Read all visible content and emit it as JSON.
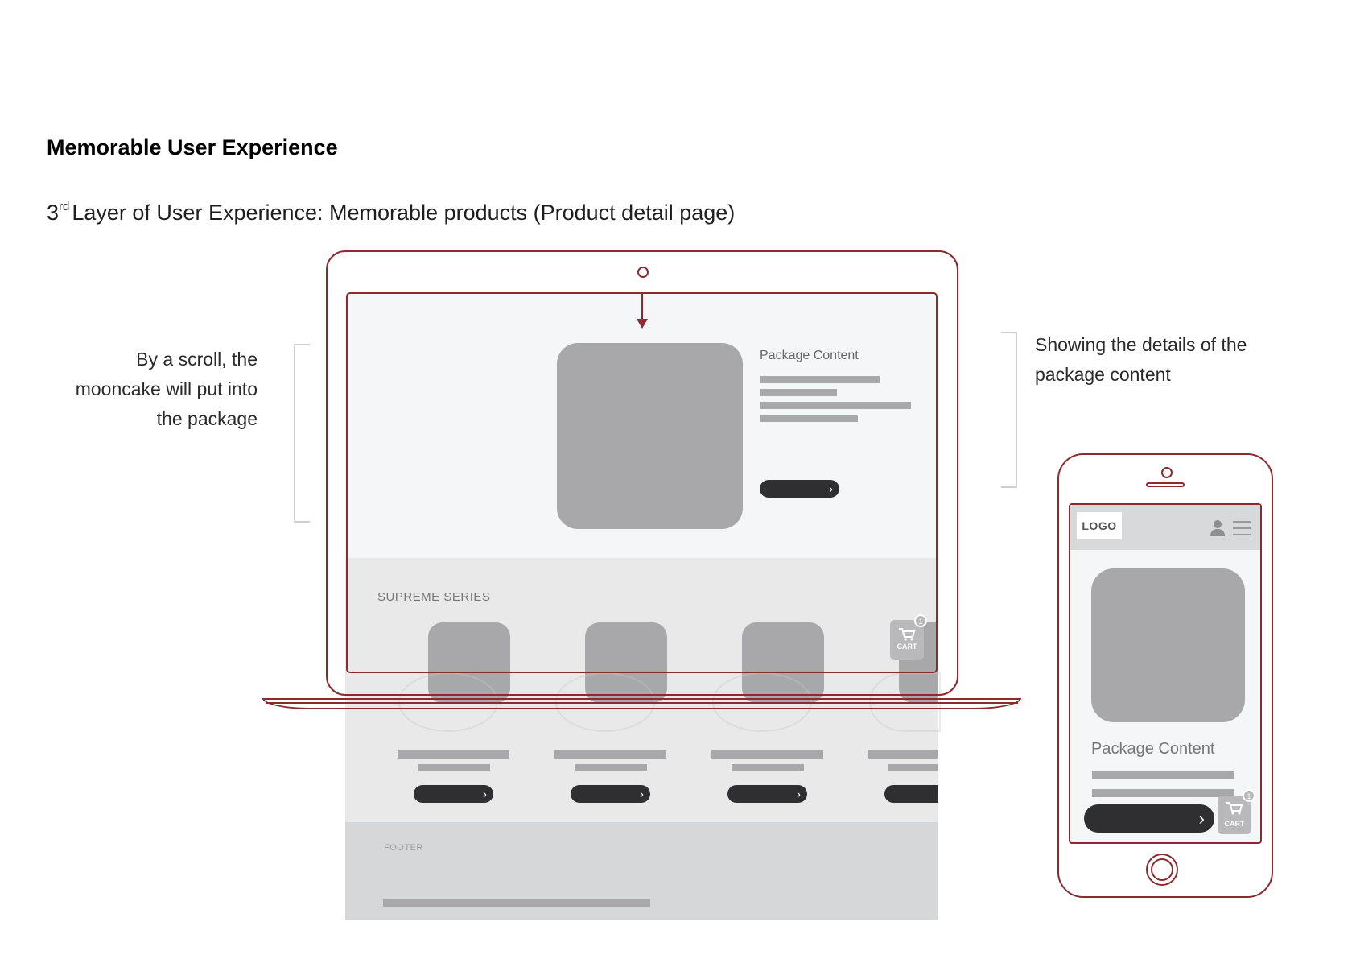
{
  "heading": {
    "title": "Memorable User Experience",
    "subtitle_prefix": "3",
    "subtitle_sup": "rd",
    "subtitle_rest": "Layer of User Experience: Memorable products (Product detail page)"
  },
  "annotations": {
    "left": [
      "By a scroll, the",
      "mooncake will put into",
      "the package"
    ],
    "right": [
      "Showing the details of the",
      "package content"
    ]
  },
  "laptop": {
    "package_title": "Package Content",
    "series_title": "SUPREME SERIES",
    "footer_label": "FOOTER",
    "cart_label": "CART",
    "cart_count": "1",
    "chevron": "›"
  },
  "phone": {
    "logo": "LOGO",
    "package_title": "Package Content",
    "cart_label": "CART",
    "cart_count": "1",
    "chevron": "›"
  },
  "colors": {
    "frame": "#8b2b30",
    "placeholder": "#a8a8aa",
    "button": "#2f2f31"
  }
}
